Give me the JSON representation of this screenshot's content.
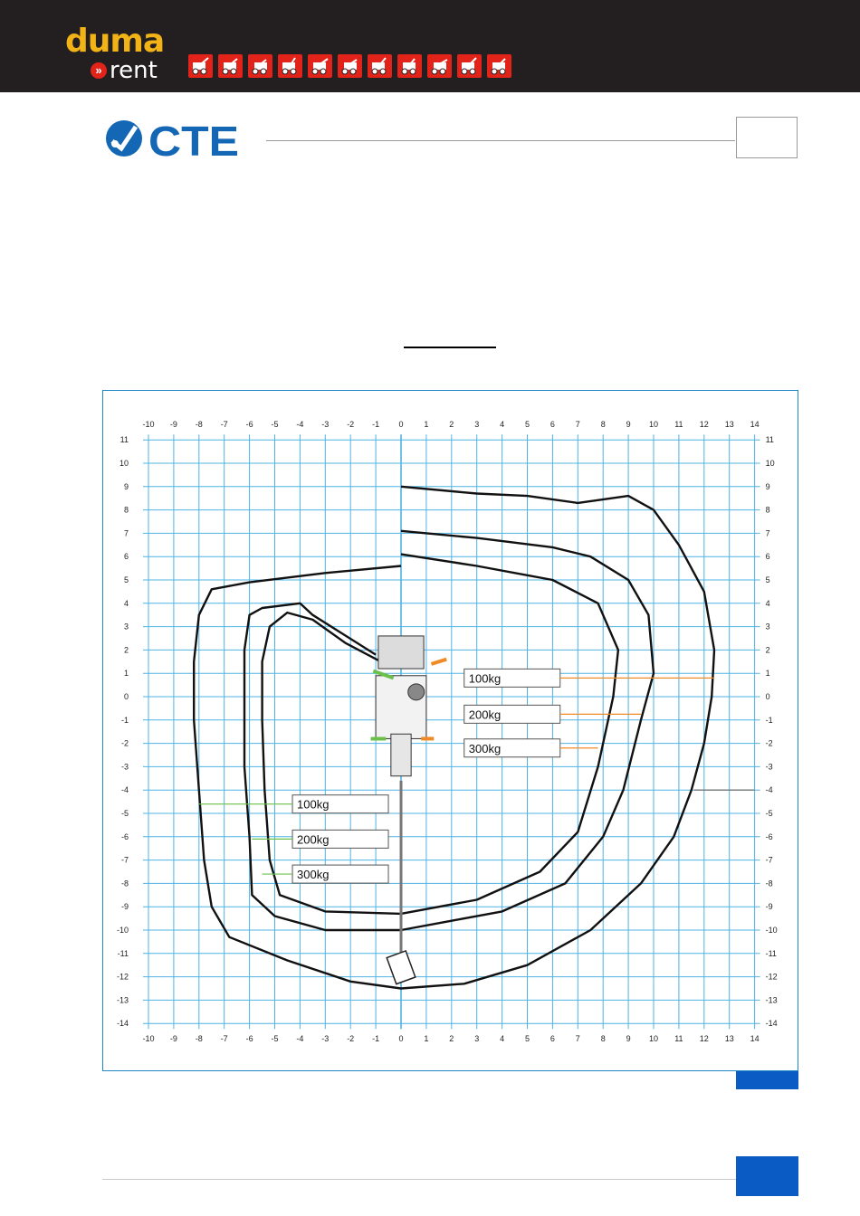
{
  "brand": {
    "duma": "duma",
    "rent": "rent",
    "arrows": "»",
    "cte": "CTE",
    "machine_icons": [
      "skid-loader-icon",
      "forklift-icon",
      "scissor-lift-icon",
      "dumper-icon",
      "wheel-loader-icon",
      "tracked-loader-icon",
      "excavator-icon",
      "mini-excavator-icon",
      "telehandler-icon",
      "boom-lift-icon",
      "spider-lift-icon"
    ]
  },
  "colors": {
    "duma_yellow": "#f2b316",
    "rent_red": "#e2231a",
    "cte_blue": "#1367b4",
    "grid_blue": "#4fb3e3",
    "orange": "#f08a24",
    "green": "#6cc04a"
  },
  "chart_data": {
    "type": "working-range diagram",
    "x_ticks": [
      "-10",
      "-9",
      "-8",
      "-7",
      "-6",
      "-5",
      "-4",
      "-3",
      "-2",
      "-1",
      "0",
      "1",
      "2",
      "3",
      "4",
      "5",
      "6",
      "7",
      "8",
      "9",
      "10",
      "11",
      "12",
      "13",
      "14"
    ],
    "y_ticks": [
      "11",
      "10",
      "9",
      "8",
      "7",
      "6",
      "5",
      "4",
      "3",
      "2",
      "1",
      "0",
      "-1",
      "-2",
      "-3",
      "-4",
      "-5",
      "-6",
      "-7",
      "-8",
      "-9",
      "-10",
      "-11",
      "-12",
      "-13",
      "-14"
    ],
    "xlim": [
      -10,
      14
    ],
    "ylim": [
      -14,
      11
    ],
    "grid": true,
    "series": [
      {
        "load": "100kg",
        "color": "#f08a24",
        "side": "right",
        "max_outreach_x": 12.4
      },
      {
        "load": "200kg",
        "color": "#f08a24",
        "side": "right",
        "max_outreach_x": 9.5
      },
      {
        "load": "300kg",
        "color": "#f08a24",
        "side": "right",
        "max_outreach_x": 7.8
      },
      {
        "load": "100kg",
        "color": "#6cc04a",
        "side": "left",
        "max_outreach_x": -8.0
      },
      {
        "load": "200kg",
        "color": "#6cc04a",
        "side": "left",
        "max_outreach_x": -5.9
      },
      {
        "load": "300kg",
        "color": "#6cc04a",
        "side": "left",
        "max_outreach_x": -5.5
      }
    ],
    "labels_right": [
      "100kg",
      "200kg",
      "300kg"
    ],
    "labels_left": [
      "100kg",
      "200kg",
      "300kg"
    ]
  }
}
